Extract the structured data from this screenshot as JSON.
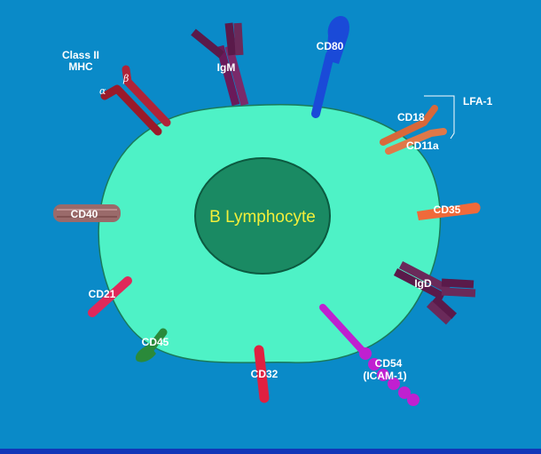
{
  "diagram": {
    "center_label": "B Lymphocyte",
    "labels": {
      "class_ii_line1": "Class II",
      "class_ii_line2": "MHC",
      "alpha": "α",
      "beta": "β",
      "igm": "IgM",
      "cd80": "CD80",
      "lfa1": "LFA-1",
      "cd18": "CD18",
      "cd11a": "CD11a",
      "cd40": "CD40",
      "cd35": "CD35",
      "cd21": "CD21",
      "igd": "IgD",
      "cd45": "CD45",
      "cd32": "CD32",
      "cd54_line1": "CD54",
      "cd54_line2": "(ICAM-1)"
    },
    "colors": {
      "background": "#0a8ac8",
      "cell": "#4ef2c6",
      "nucleus": "#1a8a63",
      "center_text": "#f2ef3a",
      "class_ii_mhc": "#9a1a2a",
      "igm": "#6a1a5a",
      "cd80": "#1a4ad8",
      "lfa1": "#d8683a",
      "cd40": "#9a6a6a",
      "cd35": "#f06a3a",
      "cd21": "#e0285a",
      "igd": "#5a1a4a",
      "cd45": "#2a8a3a",
      "cd32": "#e02040",
      "cd54": "#c020d0"
    }
  }
}
